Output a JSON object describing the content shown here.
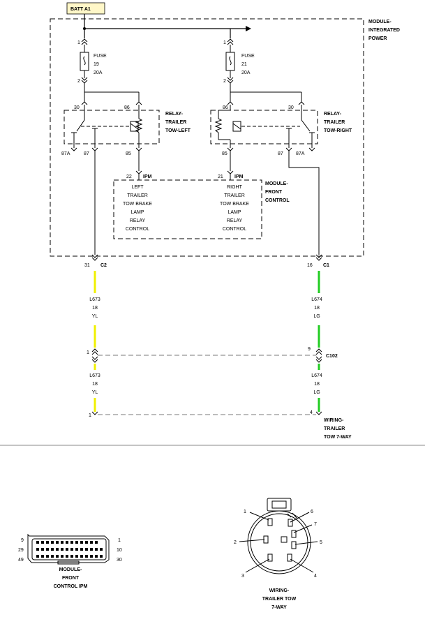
{
  "power_source": "BATT A1",
  "modules": {
    "ipm_title": [
      "MODULE-",
      "INTEGRATED",
      "POWER"
    ],
    "fcm_title": [
      "MODULE-",
      "FRONT",
      "CONTROL"
    ],
    "fcm_left_lines": [
      "LEFT",
      "TRAILER",
      "TOW BRAKE",
      "LAMP",
      "RELAY",
      "CONTROL"
    ],
    "fcm_right_lines": [
      "RIGHT",
      "TRAILER",
      "TOW BRAKE",
      "LAMP",
      "RELAY",
      "CONTROL"
    ]
  },
  "fuses": [
    {
      "pin_in": "1",
      "label": "FUSE",
      "number": "19",
      "rating": "20A",
      "pin_out": "2"
    },
    {
      "pin_in": "1",
      "label": "FUSE",
      "number": "21",
      "rating": "20A",
      "pin_out": "2"
    }
  ],
  "relays": [
    {
      "title": [
        "RELAY-",
        "TRAILER",
        "TOW-LEFT"
      ],
      "pins": {
        "p30": "30",
        "p86": "86",
        "p87a": "87A",
        "p87": "87",
        "p85": "85"
      }
    },
    {
      "title": [
        "RELAY-",
        "TRAILER",
        "TOW-RIGHT"
      ],
      "pins": {
        "p86": "86",
        "p30": "30",
        "p85": "85",
        "p87": "87",
        "p87a": "87A"
      }
    }
  ],
  "ipm_pins": [
    {
      "pin": "22",
      "connector": "IPM"
    },
    {
      "pin": "21",
      "connector": "IPM"
    }
  ],
  "connectors": {
    "left_ipm": {
      "pin": "31",
      "name": "C2"
    },
    "right_ipm": {
      "pin": "16",
      "name": "C1"
    },
    "c102_left_pin": "1",
    "c102_right_pin": "9",
    "c102_name": "C102",
    "trailer_left_pin": "1",
    "trailer_right_pin": "4"
  },
  "wires": [
    {
      "circuit": "L673",
      "gauge": "18",
      "color": "YL",
      "hex": "#f0f000"
    },
    {
      "circuit": "L674",
      "gauge": "18",
      "color": "LG",
      "hex": "#22cc22"
    }
  ],
  "trailer_label": [
    "WIRING-",
    "TRAILER",
    "TOW 7-WAY"
  ],
  "fcm_connector": {
    "pins": {
      "tl": "9",
      "tr": "1",
      "ml": "29",
      "mr": "10",
      "bl": "49",
      "br": "30"
    },
    "caption": [
      "MODULE-",
      "FRONT",
      "CONTROL IPM"
    ]
  },
  "trailer_connector": {
    "pins": [
      "1",
      "6",
      "7",
      "2",
      "5",
      "3",
      "4"
    ],
    "caption": [
      "WIRING-",
      "TRAILER TOW",
      "7-WAY"
    ]
  }
}
